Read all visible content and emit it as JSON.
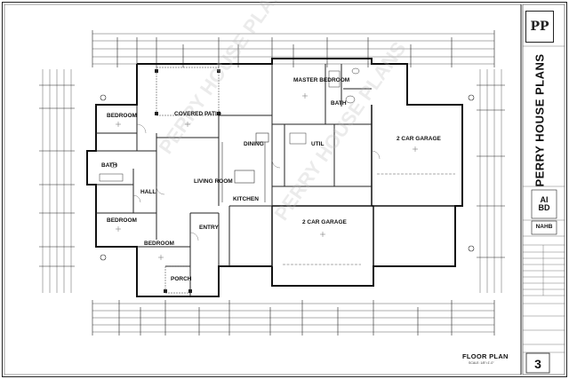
{
  "company": {
    "name": "PERRY HOUSE PLANS",
    "monogram": "PP"
  },
  "sheet": {
    "title": "FLOOR PLAN",
    "scale": "SCALE: 1/8\"=1'-0\"",
    "number": "3"
  },
  "badges": {
    "aibd_line1": "AI",
    "aibd_line2": "BD",
    "nahb": "NAHB"
  },
  "rooms": {
    "master_bedroom": "MASTER BEDROOM",
    "master_bath": "BATH",
    "covered_patio": "COVERED PATIO",
    "bedroom_nw": "BEDROOM",
    "bath": "BATH",
    "hall": "HALL",
    "dining": "DINING",
    "kitchen": "KITCHEN",
    "living_room": "LIVING ROOM",
    "bedroom_w": "BEDROOM",
    "bedroom_sw": "BEDROOM",
    "entry": "ENTRY",
    "porch": "PORCH",
    "utility": "UTIL",
    "garage_right": "2 CAR GARAGE",
    "garage_center": "2 CAR GARAGE"
  },
  "watermark": "PERRY HOUSE PLANS"
}
